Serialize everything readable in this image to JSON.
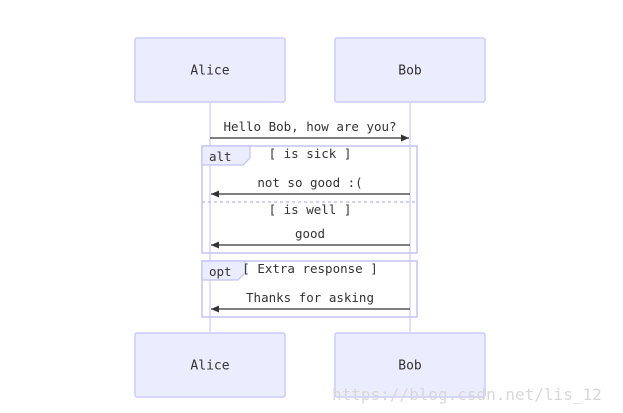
{
  "actors": {
    "alice": "Alice",
    "bob": "Bob"
  },
  "messages": {
    "greeting": "Hello Bob, how are you?",
    "sick_reply": "not so good :(",
    "well_reply": "good",
    "thanks": "Thanks for asking"
  },
  "alt_block": {
    "label": "alt",
    "condition_1": "[ is sick ]",
    "condition_2": "[ is well ]"
  },
  "opt_block": {
    "label": "opt",
    "condition": "[ Extra response ]"
  },
  "watermark": "https://blog.csdn.net/lis_12",
  "colors": {
    "actor_fill": "#ececff",
    "actor_border": "#ccccff",
    "frame_border": "#c3c3f2",
    "text": "#333333"
  }
}
